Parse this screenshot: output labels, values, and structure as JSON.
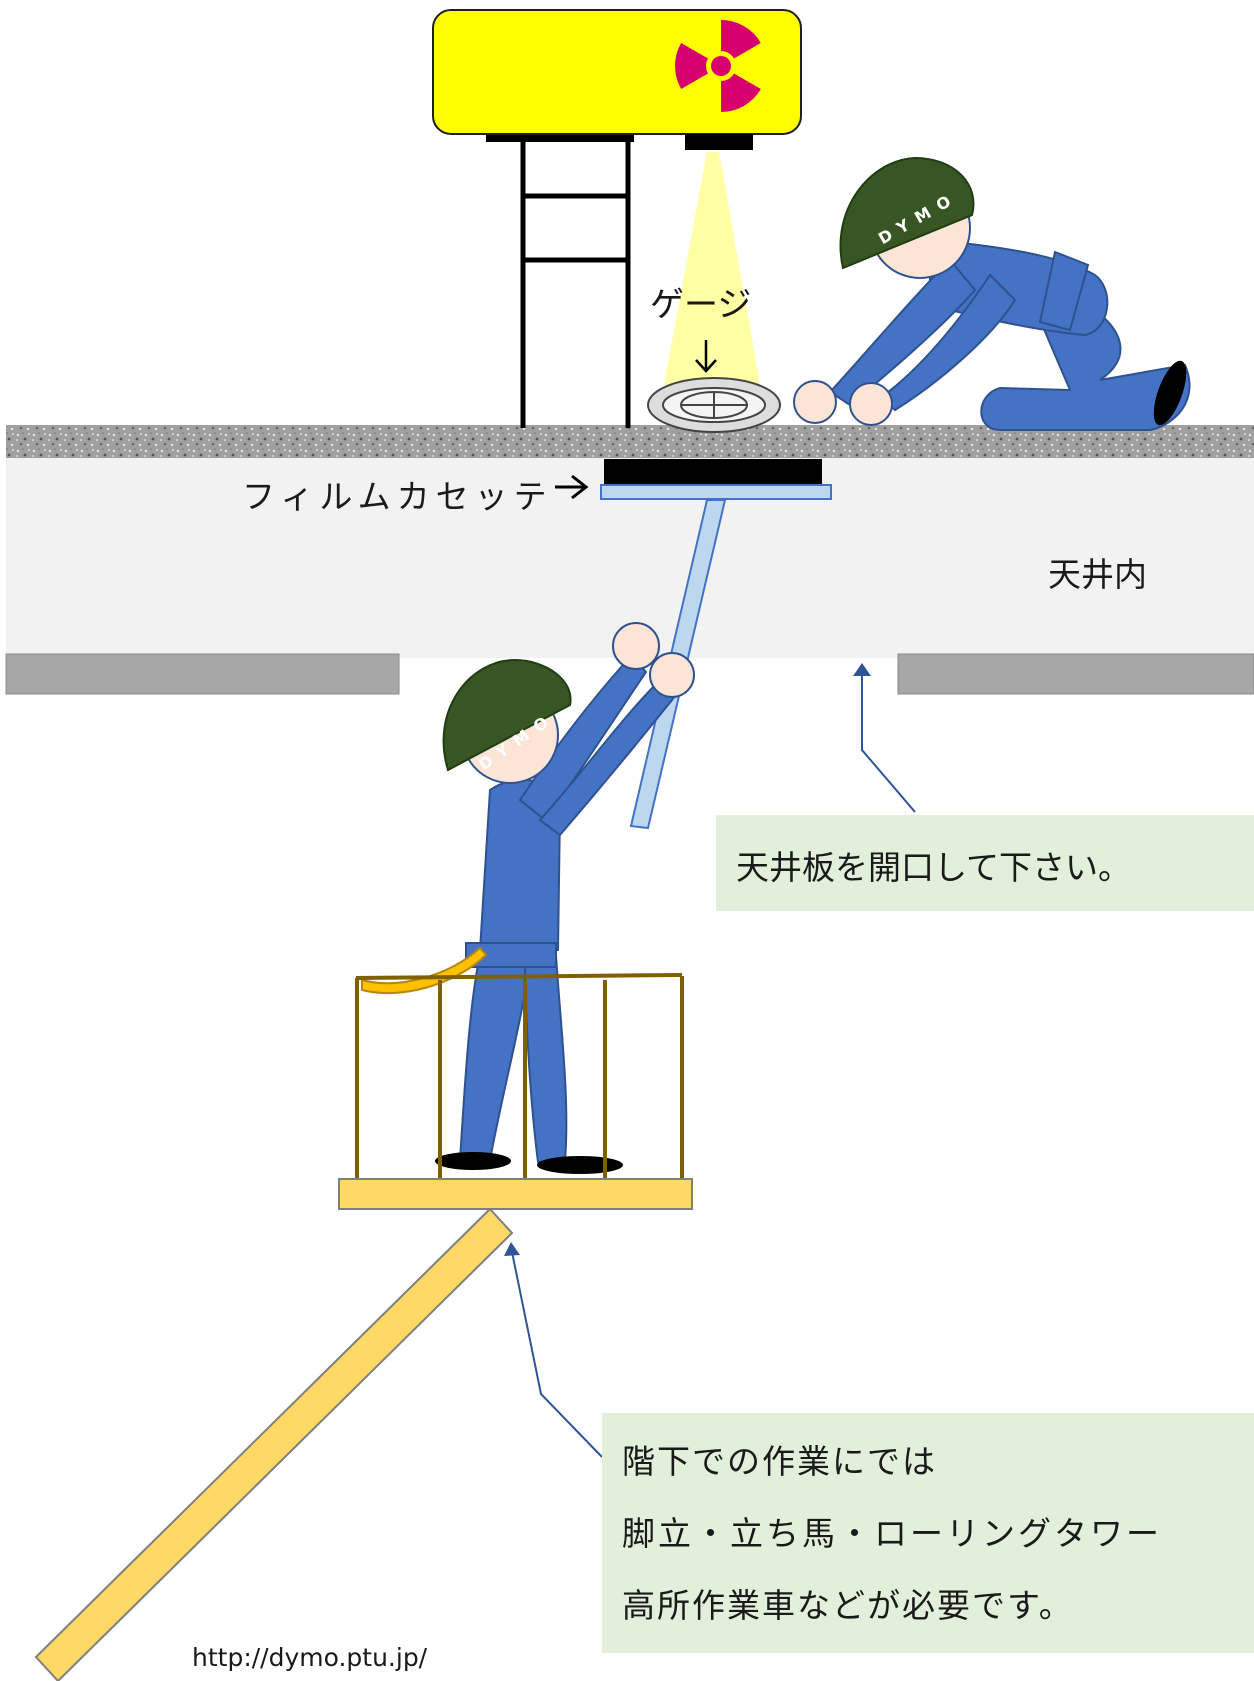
{
  "labels": {
    "gauge": "ゲージ",
    "film_cassette": "フィルムカセッテ",
    "ceiling_inside": "天井内",
    "url": "http://dymo.ptu.jp/"
  },
  "helmet_text": "DYMO",
  "notes": {
    "open_ceiling": "天井板を開口して下さい。",
    "work_below": [
      "階下での作業にでは",
      "脚立・立ち馬・ローリングタワー",
      "高所作業車などが必要です。"
    ]
  },
  "colors": {
    "gauge_body": "#ffff00",
    "radiation_symbol": "#d6006e",
    "beam": "#ffff99",
    "floor_concrete": "#a6a6a6",
    "ceiling_void": "#f2f2f2",
    "ceiling_board": "#a6a6a6",
    "worker_suit": "#4472c4",
    "helmet": "#375623",
    "skin": "#fce4d6",
    "platform": "#ffd966",
    "pole": "#bdd7ee",
    "callout_box": "#e2efda",
    "callout_line": "#2f5597"
  },
  "icons": [
    "radiation-icon",
    "arrow-icon"
  ]
}
